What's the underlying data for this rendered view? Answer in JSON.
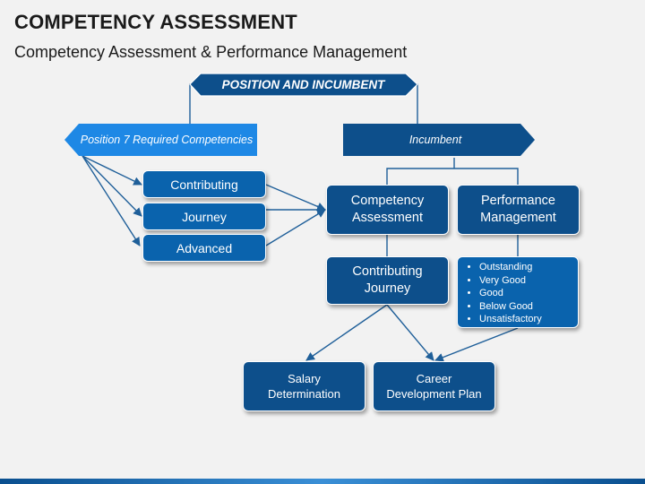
{
  "header": {
    "title": "COMPETENCY ASSESSMENT",
    "subtitle": "Competency Assessment & Performance Management"
  },
  "diagram": {
    "top_banner": "POSITION AND INCUMBENT",
    "left_banner": "Position 7 Required Competencies",
    "right_banner": "Incumbent",
    "levels": [
      "Contributing",
      "Journey",
      "Advanced"
    ],
    "competency_assessment": "Competency Assessment",
    "performance_management": "Performance Management",
    "contributing_journey": "Contributing Journey",
    "ratings": [
      "Outstanding",
      "Very Good",
      "Good",
      "Below Good",
      "Unsatisfactory"
    ],
    "salary_determination": "Salary Determination",
    "career_development_plan": "Career Development Plan"
  },
  "colors": {
    "box_blue": "#0a63ad",
    "dark_navy": "#0d4f8b",
    "light_blue": "#1e88e5",
    "line_blue": "#1f5f99"
  }
}
